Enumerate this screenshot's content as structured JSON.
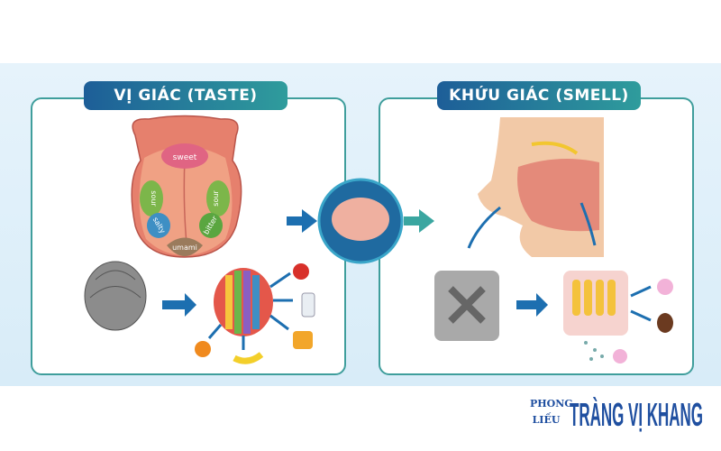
{
  "taste": {
    "title": "VỊ GIÁC (TASTE)",
    "zones": {
      "sweet": "sweet",
      "sour_left": "sour",
      "sour_right": "sour",
      "salty": "salty",
      "bitter": "bitter",
      "umami": "umami"
    }
  },
  "smell": {
    "title": "KHỨU GIÁC (SMELL)"
  },
  "logo": {
    "line1": "PHONG",
    "line2": "LIẾU",
    "name": "TRÀNG VỊ KHANG"
  },
  "colors": {
    "title_start": "#1d5e98",
    "title_end": "#2f9c9c",
    "panel_border": "#3f9e9c",
    "arrow_blue": "#1d6fb0",
    "arrow_teal": "#3aa6a0"
  }
}
